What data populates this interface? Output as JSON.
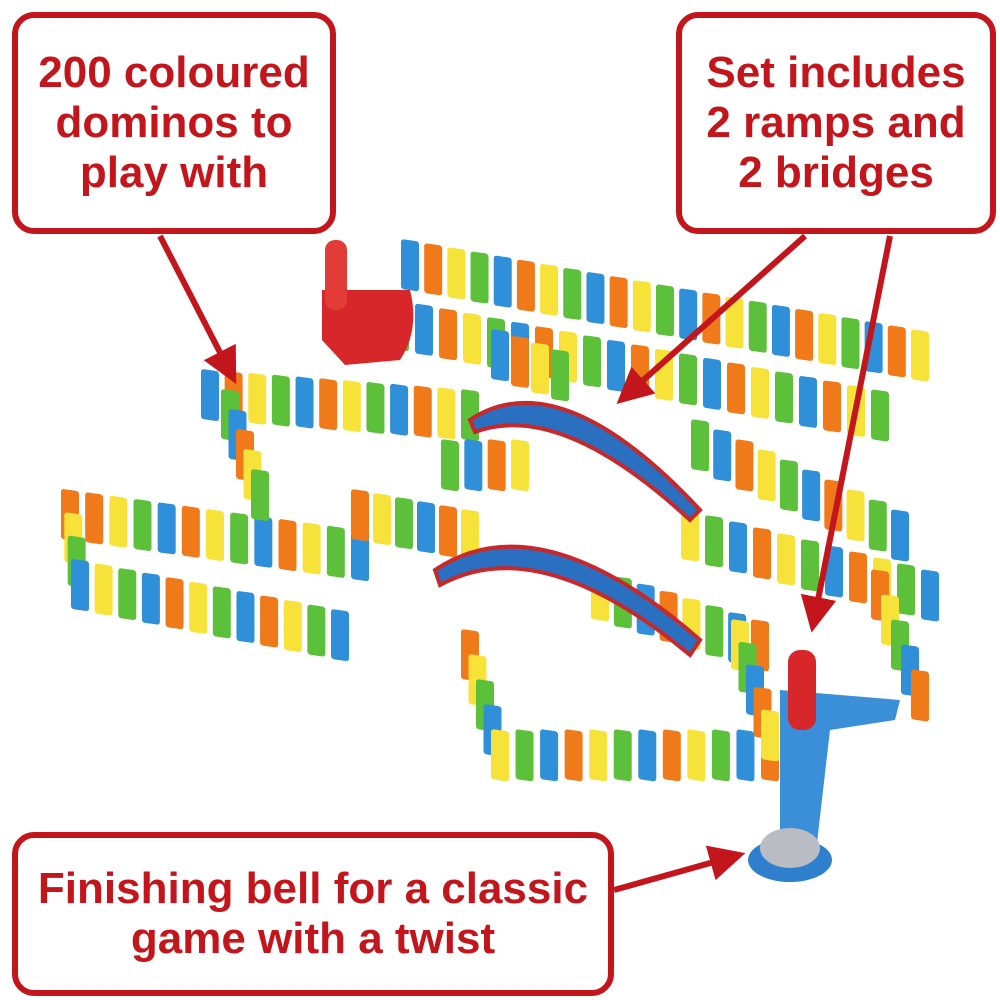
{
  "callouts": {
    "dominos": "200 coloured\ndominos to\nplay with",
    "ramps_bridges": "Set includes\n2 ramps and\n2 bridges",
    "bell": "Finishing bell for a classic\ngame with a twist"
  },
  "colors": {
    "accent": "#c3161c",
    "domino_colors": [
      "#2f8fd8",
      "#f07a1a",
      "#f7e23a",
      "#5cc03a"
    ],
    "bridge_blue": "#2a6fc0",
    "bridge_red": "#c8282a"
  }
}
